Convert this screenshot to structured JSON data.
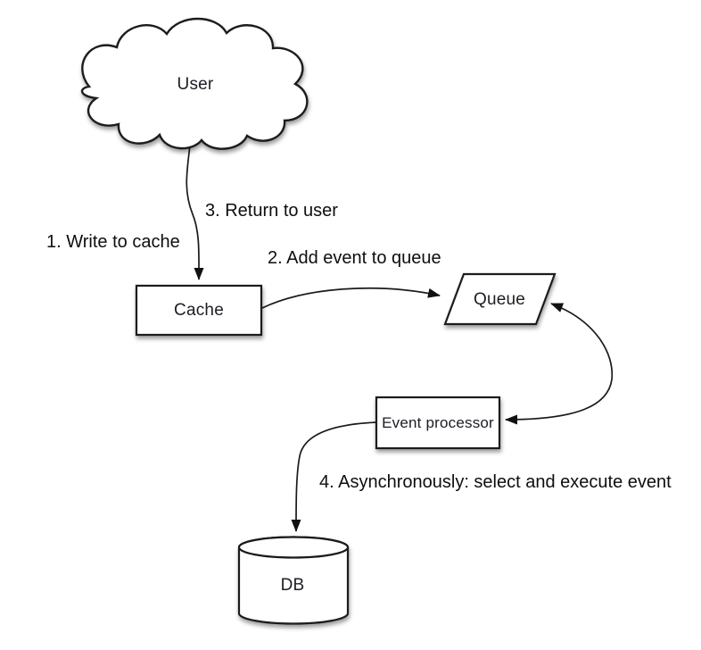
{
  "diagram": {
    "background_color": "#ffffff",
    "line_color": "#1a1a1a",
    "text_color": "#1c1c24",
    "nodes": [
      {
        "id": "user",
        "label": "User",
        "shape": "cloud"
      },
      {
        "id": "cache",
        "label": "Cache",
        "shape": "rectangle"
      },
      {
        "id": "queue",
        "label": "Queue",
        "shape": "parallelogram"
      },
      {
        "id": "event-processor",
        "label": "Event processor",
        "shape": "rectangle"
      },
      {
        "id": "db",
        "label": "DB",
        "shape": "cylinder"
      }
    ],
    "annotations": [
      {
        "text": "1. Write to cache"
      },
      {
        "text": "2. Add event to queue"
      },
      {
        "text": "3. Return to user"
      },
      {
        "text": "4. Asynchronously: select and execute event"
      }
    ],
    "edges": [
      {
        "from": "user",
        "to": "cache",
        "arrowhead": "end"
      },
      {
        "from": "cache",
        "to": "queue",
        "arrowhead": "end"
      },
      {
        "from": "queue",
        "to": "event-processor",
        "arrowhead": "both"
      },
      {
        "from": "event-processor",
        "to": "db",
        "arrowhead": "end"
      }
    ]
  }
}
